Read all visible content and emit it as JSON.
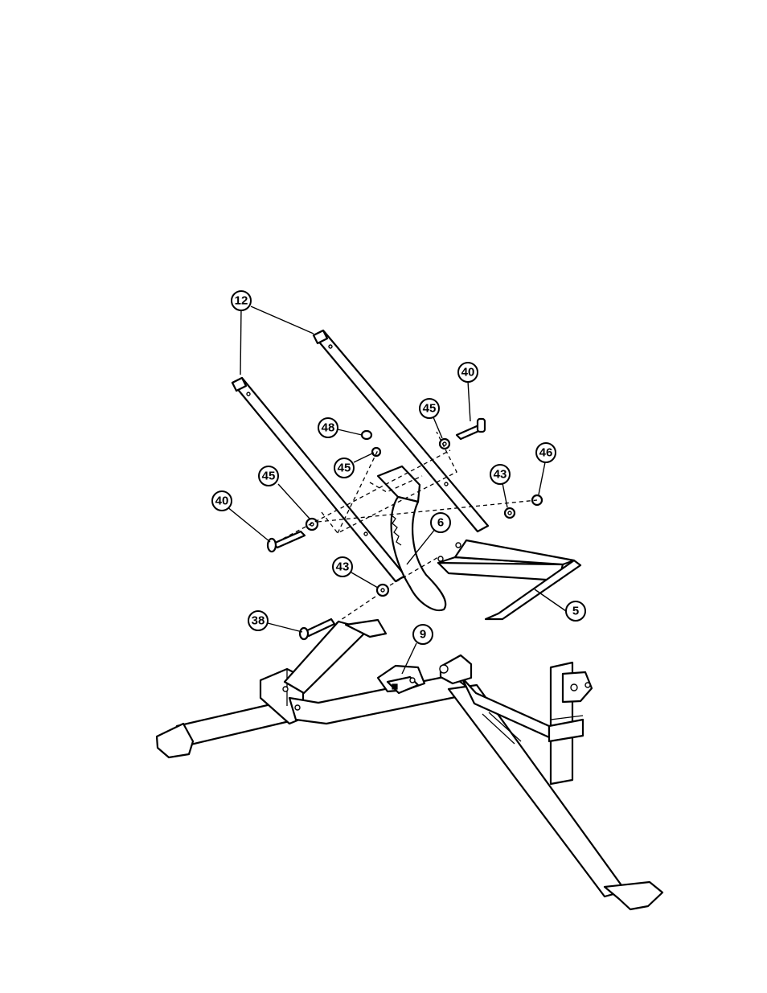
{
  "callouts": [
    {
      "id": "c12",
      "label": "12"
    },
    {
      "id": "c40a",
      "label": "40"
    },
    {
      "id": "c45a",
      "label": "45"
    },
    {
      "id": "c48",
      "label": "48"
    },
    {
      "id": "c45b",
      "label": "45"
    },
    {
      "id": "c46",
      "label": "46"
    },
    {
      "id": "c43a",
      "label": "43"
    },
    {
      "id": "c45c",
      "label": "45"
    },
    {
      "id": "c40b",
      "label": "40"
    },
    {
      "id": "c6",
      "label": "6"
    },
    {
      "id": "c43b",
      "label": "43"
    },
    {
      "id": "c5",
      "label": "5"
    },
    {
      "id": "c38",
      "label": "38"
    },
    {
      "id": "c9",
      "label": "9"
    }
  ]
}
